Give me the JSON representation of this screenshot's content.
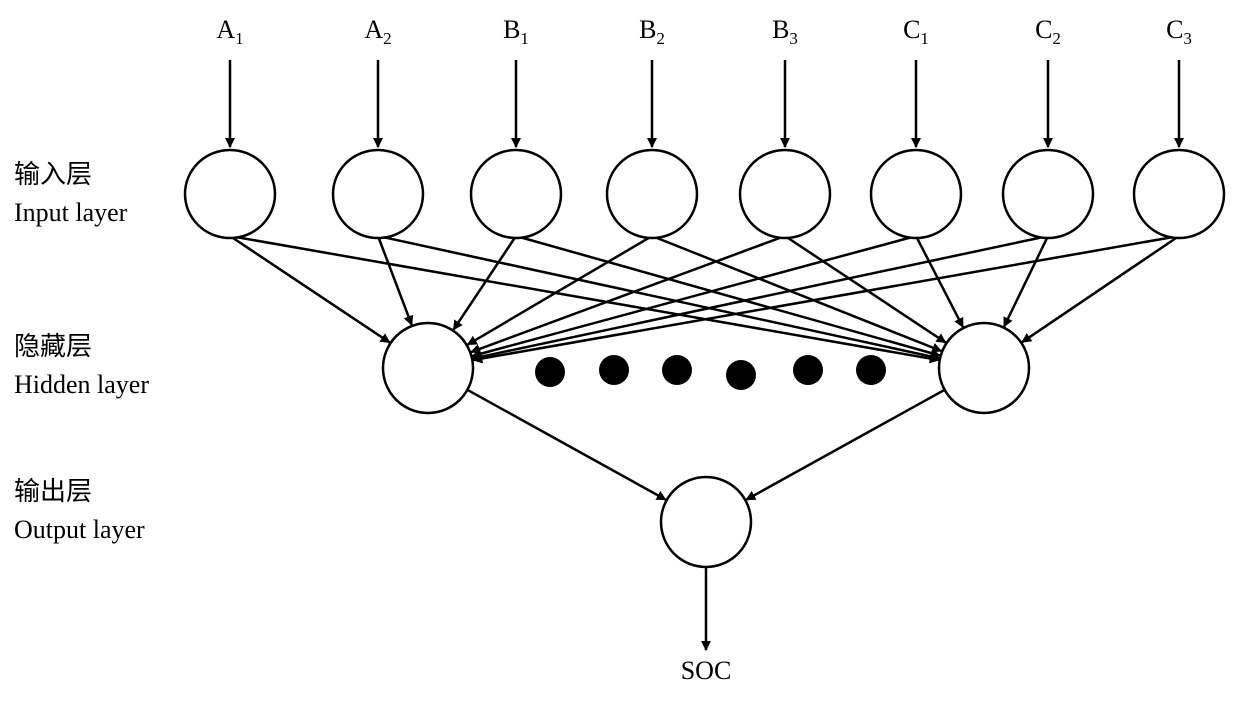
{
  "inputs": [
    {
      "base": "A",
      "sub": "1"
    },
    {
      "base": "A",
      "sub": "2"
    },
    {
      "base": "B",
      "sub": "1"
    },
    {
      "base": "B",
      "sub": "2"
    },
    {
      "base": "B",
      "sub": "3"
    },
    {
      "base": "C",
      "sub": "1"
    },
    {
      "base": "C",
      "sub": "2"
    },
    {
      "base": "C",
      "sub": "3"
    }
  ],
  "layers": {
    "input": {
      "zh": "输入层",
      "en": "Input layer"
    },
    "hidden": {
      "zh": "隐藏层",
      "en": "Hidden layer"
    },
    "output": {
      "zh": "输出层",
      "en": "Output layer"
    }
  },
  "output_label": "SOC",
  "hidden_ellipsis_count": 6
}
